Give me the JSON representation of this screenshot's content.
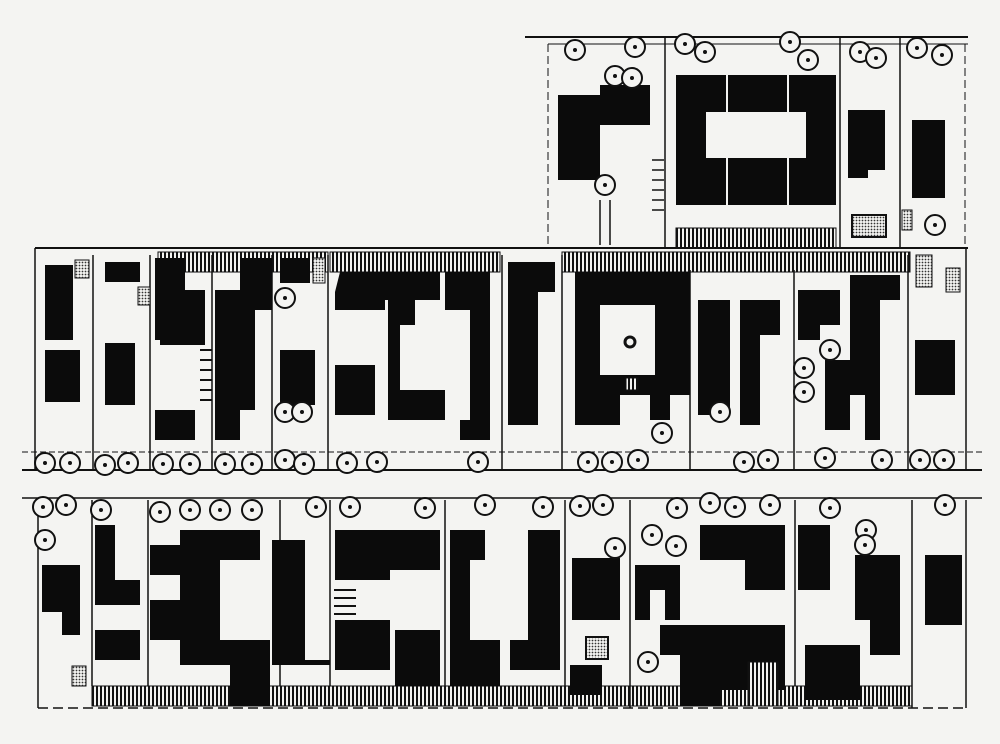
{
  "drawing": {
    "kind": "site-plan",
    "palette": {
      "paper": "#f4f4f2",
      "ink": "#0b0b0b",
      "hatch": "#1a1a1a",
      "dot_fill": "#8a8a8a"
    },
    "blocks": [
      {
        "label": "upper-block",
        "lots": 4
      },
      {
        "label": "middle-block",
        "lots": 13
      },
      {
        "label": "lower-block",
        "lots": 12
      }
    ],
    "icons": [
      "tree-icon",
      "parking-icon",
      "courtyard-icon",
      "fountain-icon"
    ]
  }
}
